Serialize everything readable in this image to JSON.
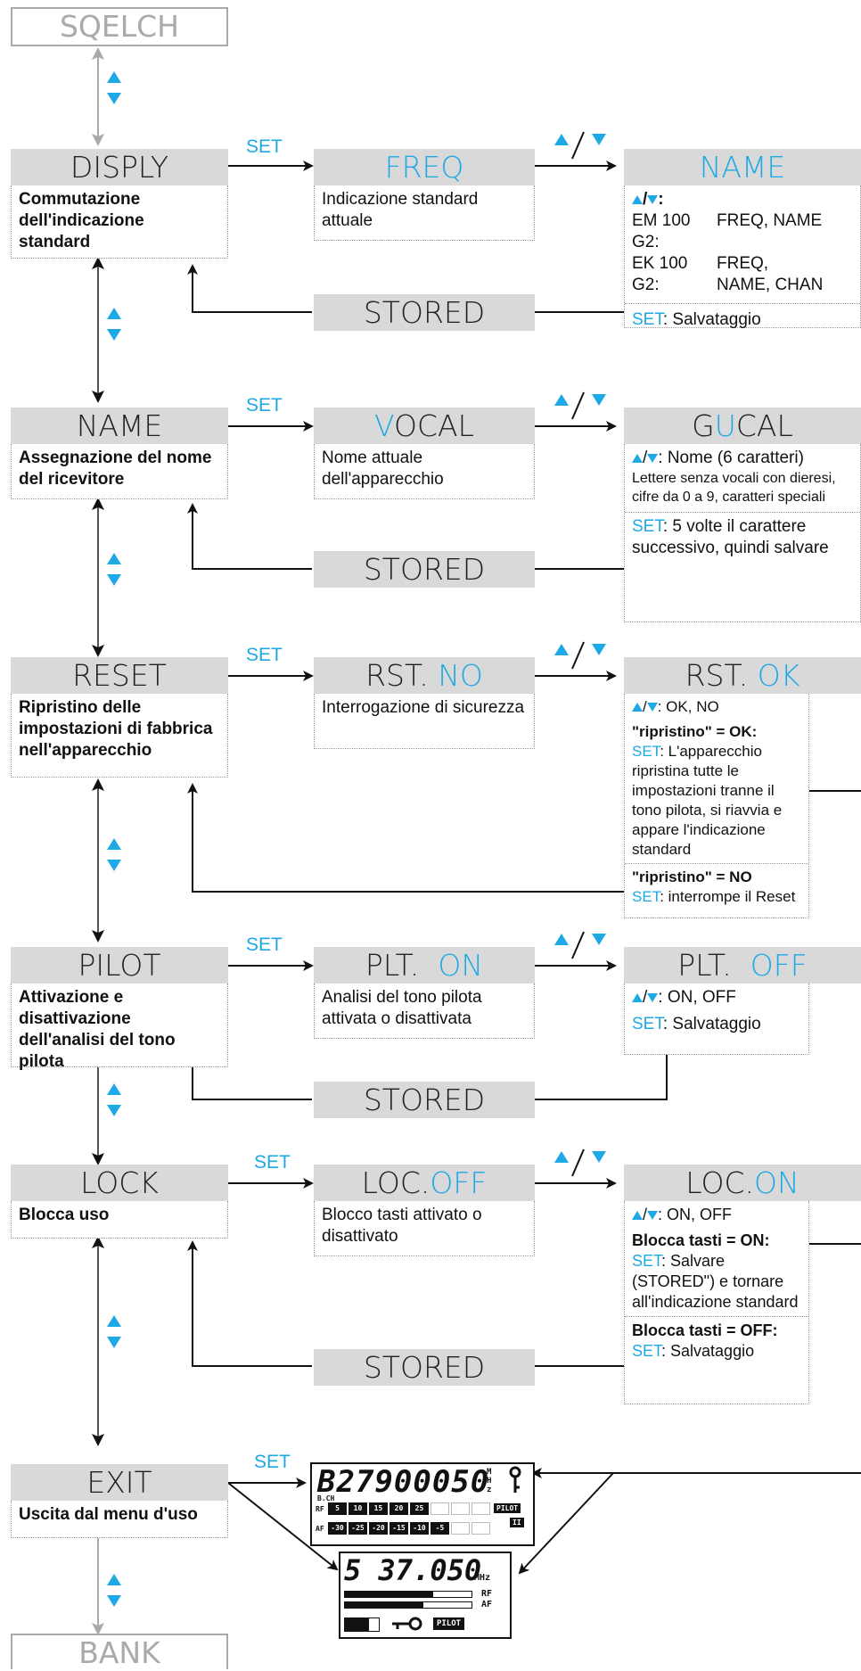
{
  "colors": {
    "accent": "#1ea8e6",
    "header_bg": "#d9d9d9",
    "line": "#111111",
    "gray_line": "#9a9a9a"
  },
  "top_item": "SQELCH",
  "bottom_item": "BANK",
  "set_label": "SET",
  "slash": "/",
  "menus": [
    {
      "name": "DISPLY",
      "desc": "Commutazione dell'indicazione standard",
      "mid_title": "FREQ",
      "mid_desc": "Indicazione standard attuale",
      "right_title": "NAME",
      "right_lines": [
        {
          "k": "EM 100 G2:",
          "v": "FREQ, NAME"
        },
        {
          "k": "EK 100 G2:",
          "v": "FREQ, NAME, CHAN"
        }
      ],
      "right_colon": ":",
      "right_set": "SET",
      "right_set_text": ": Salvataggio",
      "stored": "STORED"
    },
    {
      "name": "NAME",
      "desc": "Assegnazione del nome del ricevitore",
      "mid_title_a": "V",
      "mid_title_b": "OCAL",
      "mid_desc": "Nome attuale dell'apparecchio",
      "right_title_a": "G",
      "right_title_b": "U",
      "right_title_c": "CAL",
      "right_line1": ": Nome  (6 caratteri)",
      "right_small": "Lettere senza vocali con dieresi, cifre da 0 a 9, caratteri speciali",
      "right_set": "SET",
      "right_set_text": ": 5 volte il carattere successivo, quindi salvare",
      "stored": "STORED"
    },
    {
      "name": "RESET",
      "desc": "Ripristino delle impostazioni di fabbrica nell'apparecchio",
      "mid_title_a": "RST.",
      "mid_title_b": "NO",
      "mid_desc": "Interrogazione di sicurezza",
      "right_title_a": "RST.",
      "right_title_b": "OK",
      "right_line1": ": OK, NO",
      "right_bold1": "\"ripristino\" = OK:",
      "right_set": "SET",
      "right_set_text1": ": L'apparecchio ripristina tutte le impostazioni tranne il tono pilota, si riavvia e appare l'indicazione standard",
      "right_bold2": "\"ripristino\" = NO",
      "right_set_text2": ":  interrompe il Reset"
    },
    {
      "name": "PILOT",
      "desc": "Attivazione e disattivazione dell'analisi del tono pilota",
      "mid_title_a": "PLT.",
      "mid_title_b": "ON",
      "mid_desc": "Analisi del tono pilota attivata o disattivata",
      "right_title_a": "PLT.",
      "right_title_b": "OFF",
      "right_line1": ": ON, OFF",
      "right_set": "SET",
      "right_set_text": ": Salvataggio",
      "stored": "STORED"
    },
    {
      "name": "LOCK",
      "desc": "Blocca uso",
      "mid_title_a": "LOC.",
      "mid_title_b": "OFF",
      "mid_desc": "Blocco tasti attivato o disattivato",
      "right_title_a": "LOC.",
      "right_title_b": "ON",
      "right_line1": ": ON, OFF",
      "right_bold1": "Blocca tasti = ON:",
      "right_set": "SET",
      "right_set_text1": ": Salvare (STORED\") e tornare all'indicazione standard",
      "right_bold2": "Blocca tasti = OFF:",
      "right_set_text2": ": Salvataggio",
      "stored": "STORED"
    },
    {
      "name": "EXIT",
      "desc": "Uscita dal menu d'uso"
    }
  ],
  "lcd1": {
    "digits": "B27900050",
    "unit_m": "M",
    "unit_h": "H",
    "unit_z": "z",
    "sub": "B.CH",
    "rf_label": "RF",
    "af_label": "AF",
    "rf_scale": [
      "5",
      "10",
      "15",
      "20",
      "25"
    ],
    "af_scale": [
      "-30",
      "-25",
      "-20",
      "-15",
      "-10",
      "-5"
    ],
    "pilot": "PILOT",
    "badge": "II"
  },
  "lcd2": {
    "digits": "5 37.050",
    "unit": "MHz",
    "rf": "RF",
    "af": "AF",
    "pilot": "PILOT"
  }
}
